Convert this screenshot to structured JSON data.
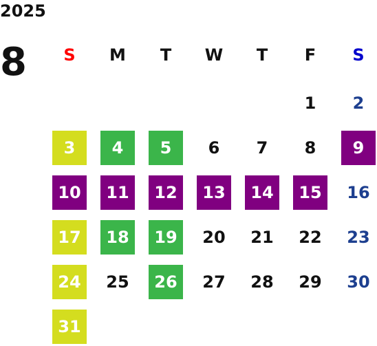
{
  "header": {
    "year": "2025",
    "month": "8"
  },
  "colors": {
    "sunday_header": "#ff0000",
    "saturday_header": "#0000cc",
    "saturday_number": "#1d3f8f",
    "weekday_number": "#111111",
    "highlight_yellow": "#d4dd1f",
    "highlight_green": "#3bb54a",
    "highlight_purple": "#800080",
    "highlight_text": "#ffffff"
  },
  "weekdays": [
    {
      "label": "S",
      "key": "sun"
    },
    {
      "label": "M",
      "key": "mon"
    },
    {
      "label": "T",
      "key": "tue"
    },
    {
      "label": "W",
      "key": "wed"
    },
    {
      "label": "T",
      "key": "thu"
    },
    {
      "label": "F",
      "key": "fri"
    },
    {
      "label": "S",
      "key": "sat"
    }
  ],
  "days": [
    {
      "label": "1",
      "col": 5,
      "row": 0,
      "highlight": "none"
    },
    {
      "label": "2",
      "col": 6,
      "row": 0,
      "highlight": "none"
    },
    {
      "label": "3",
      "col": 0,
      "row": 1,
      "highlight": "yellow"
    },
    {
      "label": "4",
      "col": 1,
      "row": 1,
      "highlight": "green"
    },
    {
      "label": "5",
      "col": 2,
      "row": 1,
      "highlight": "green"
    },
    {
      "label": "6",
      "col": 3,
      "row": 1,
      "highlight": "none"
    },
    {
      "label": "7",
      "col": 4,
      "row": 1,
      "highlight": "none"
    },
    {
      "label": "8",
      "col": 5,
      "row": 1,
      "highlight": "none"
    },
    {
      "label": "9",
      "col": 6,
      "row": 1,
      "highlight": "purple"
    },
    {
      "label": "10",
      "col": 0,
      "row": 2,
      "highlight": "purple"
    },
    {
      "label": "11",
      "col": 1,
      "row": 2,
      "highlight": "purple"
    },
    {
      "label": "12",
      "col": 2,
      "row": 2,
      "highlight": "purple"
    },
    {
      "label": "13",
      "col": 3,
      "row": 2,
      "highlight": "purple"
    },
    {
      "label": "14",
      "col": 4,
      "row": 2,
      "highlight": "purple"
    },
    {
      "label": "15",
      "col": 5,
      "row": 2,
      "highlight": "purple"
    },
    {
      "label": "16",
      "col": 6,
      "row": 2,
      "highlight": "none"
    },
    {
      "label": "17",
      "col": 0,
      "row": 3,
      "highlight": "yellow"
    },
    {
      "label": "18",
      "col": 1,
      "row": 3,
      "highlight": "green"
    },
    {
      "label": "19",
      "col": 2,
      "row": 3,
      "highlight": "green"
    },
    {
      "label": "20",
      "col": 3,
      "row": 3,
      "highlight": "none"
    },
    {
      "label": "21",
      "col": 4,
      "row": 3,
      "highlight": "none"
    },
    {
      "label": "22",
      "col": 5,
      "row": 3,
      "highlight": "none"
    },
    {
      "label": "23",
      "col": 6,
      "row": 3,
      "highlight": "none"
    },
    {
      "label": "24",
      "col": 0,
      "row": 4,
      "highlight": "yellow"
    },
    {
      "label": "25",
      "col": 1,
      "row": 4,
      "highlight": "none"
    },
    {
      "label": "26",
      "col": 2,
      "row": 4,
      "highlight": "green"
    },
    {
      "label": "27",
      "col": 3,
      "row": 4,
      "highlight": "none"
    },
    {
      "label": "28",
      "col": 4,
      "row": 4,
      "highlight": "none"
    },
    {
      "label": "29",
      "col": 5,
      "row": 4,
      "highlight": "none"
    },
    {
      "label": "30",
      "col": 6,
      "row": 4,
      "highlight": "none"
    },
    {
      "label": "31",
      "col": 0,
      "row": 5,
      "highlight": "yellow"
    }
  ]
}
